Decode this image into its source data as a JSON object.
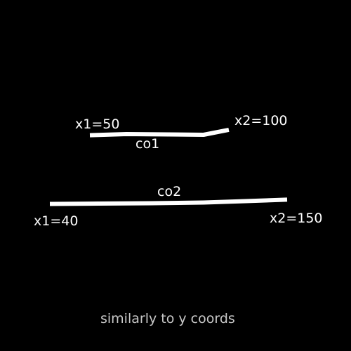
{
  "colors": {
    "background": "#000000",
    "stroke": "#ffffff",
    "text": "#ffffff",
    "note_text": "#c8c8c8"
  },
  "segment_1": {
    "name": "co1",
    "start_label": "x1=50",
    "end_label": "x2=100"
  },
  "segment_2": {
    "name": "co2",
    "start_label": "x1=40",
    "end_label": "x2=150"
  },
  "note": "similarly to y coords"
}
